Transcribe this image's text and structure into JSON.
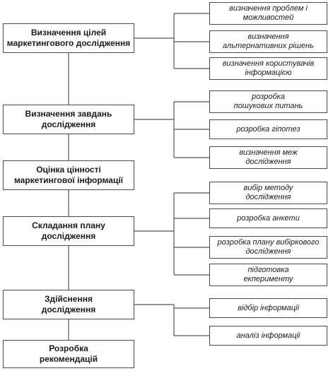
{
  "stages": [
    {
      "label": "Визначення цілей\nмаркетингового дослідження",
      "tasks": [
        {
          "label": "визначення проблем і\nможливостей"
        },
        {
          "label": "визначення\nальтернативних рішень"
        },
        {
          "label": "визначення користувачів\nінформацією"
        }
      ]
    },
    {
      "label": "Визначення завдань\nдослідження",
      "tasks": [
        {
          "label": "розробка\nпошукових питань"
        },
        {
          "label": "розробка гіпотез"
        },
        {
          "label": "визначення меж\nдослідження"
        }
      ]
    },
    {
      "label": "Оцінка цінності\nмаркетингової інформації",
      "tasks": []
    },
    {
      "label": "Складання плану\nдослідження",
      "tasks": [
        {
          "label": "вибір методу\nдослідження"
        },
        {
          "label": "розробка анкети"
        },
        {
          "label": "розробка плану вибіркового\nдослідження"
        },
        {
          "label": "підготовка\nекперименту"
        }
      ]
    },
    {
      "label": "Здійснення\nдослідження",
      "tasks": [
        {
          "label": "відбір інформації"
        },
        {
          "label": "аналіз інформації"
        }
      ]
    },
    {
      "label": "Розробка\nрекомендацій",
      "tasks": []
    }
  ]
}
